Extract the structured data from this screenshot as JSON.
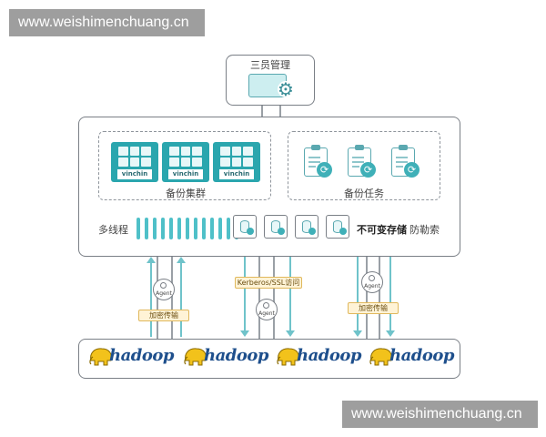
{
  "watermark": {
    "text": "www.weishimenchuang.cn"
  },
  "management": {
    "title": "三员管理"
  },
  "backup_cluster": {
    "label": "备份集群",
    "nodes": [
      {
        "brand": "vinchin"
      },
      {
        "brand": "vinchin"
      },
      {
        "brand": "vinchin"
      }
    ]
  },
  "backup_tasks": {
    "label": "备份任务",
    "count": 3
  },
  "pipeline": {
    "left_label": "多线程",
    "immutable_label": "不可变存储",
    "ransomware_label": "防勒索"
  },
  "connections": {
    "agent_label": "Agent",
    "encrypted_label": "加密传输",
    "kerberos_label": "Kerberos/SSL访问"
  },
  "hadoop": {
    "logo_text": "hadoop",
    "count": 4
  },
  "colors": {
    "accent": "#2aa6ae",
    "border": "#7a7f86",
    "tag": "#fff3d6",
    "hadoop": "#1e4f8c"
  }
}
